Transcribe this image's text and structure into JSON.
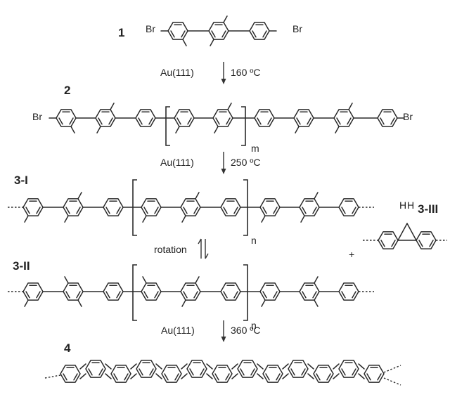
{
  "compounds": [
    {
      "id": "c1",
      "label": "1"
    },
    {
      "id": "c2",
      "label": "2"
    },
    {
      "id": "c3i",
      "label": "3-I"
    },
    {
      "id": "c3ii",
      "label": "3-II"
    },
    {
      "id": "c3iii",
      "label": "3-III"
    },
    {
      "id": "c4",
      "label": "4"
    }
  ],
  "atoms": {
    "bromine": "Br",
    "hydrogen": "H"
  },
  "repeat_subscripts": {
    "m": "m",
    "n": "n"
  },
  "steps": [
    {
      "reagent": "Au(111)",
      "condition": "160 ºC"
    },
    {
      "reagent": "Au(111)",
      "condition": "250 ºC"
    },
    {
      "reagent": "Au(111)",
      "condition": "360 ºC"
    }
  ],
  "equilibrium": {
    "label": "rotation"
  },
  "plus": "+"
}
